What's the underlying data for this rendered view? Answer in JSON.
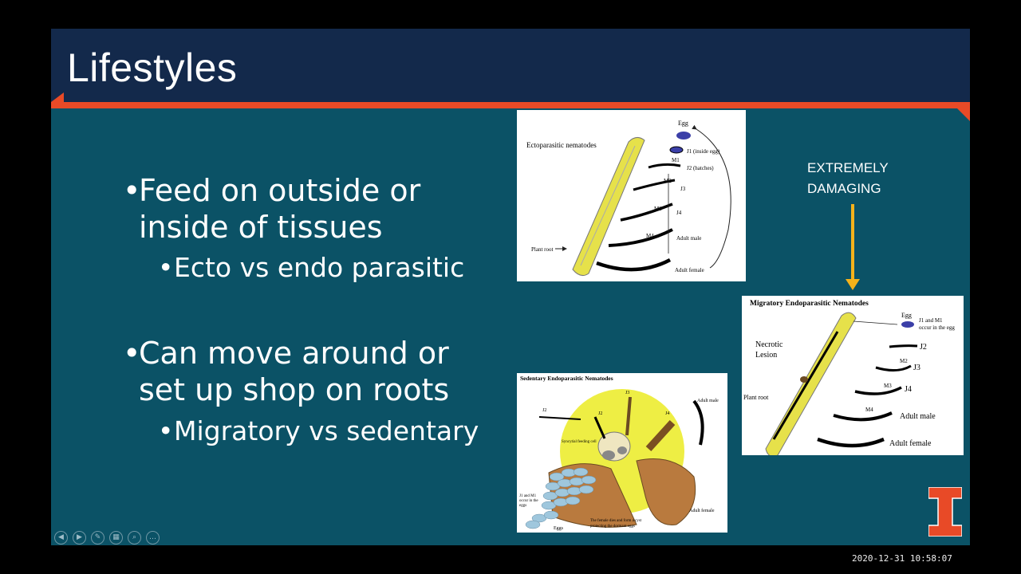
{
  "slide": {
    "title": "Lifestyles",
    "bullets": [
      {
        "text": "Feed on outside or inside of tissues",
        "sub": "Ecto vs endo parasitic"
      },
      {
        "text": "Can move around or set up shop on roots",
        "sub": "Migratory vs sedentary"
      }
    ],
    "annotation": {
      "line1": "EXTREMELY",
      "line2": "DAMAGING",
      "arrow_color": "#f5b21b"
    },
    "logo": {
      "letter": "I",
      "color": "#e84a27"
    },
    "colors": {
      "background": "#0b5266",
      "title_bar": "#13294b",
      "accent": "#e84a27"
    }
  },
  "diagrams": {
    "ecto": {
      "title": "Ectoparasitic nematodes",
      "egg": "Egg",
      "j1": "J1 (inside egg)",
      "m1": "M1",
      "j2": "J2 (hatches)",
      "m2": "M2",
      "j3": "J3",
      "m3": "M3",
      "j4": "J4",
      "m4": "M4",
      "adult_male": "Adult male",
      "adult_female": "Adult female",
      "plant_root": "Plant root"
    },
    "sedentary": {
      "title": "Sedentary Endoparasitic Nematodes",
      "j2a": "J2",
      "j2b": "J2",
      "j3": "J3",
      "j4": "J4",
      "adult_male": "Adult male",
      "syncytial": "Syncytial feeding cell",
      "j1m1_l1": "J1 and M1",
      "j1m1_l2": "occur in the",
      "j1m1_l3": "eggs",
      "eggs": "Eggs",
      "female_l1": "The female dies and  form a cyst",
      "female_l2": "protecting the dormant eggs",
      "adult_female": "Adult female"
    },
    "migratory": {
      "title": "Migratory Endoparasitic Nematodes",
      "egg": "Egg",
      "note_l1": "J1 and M1",
      "note_l2": "occur in the egg",
      "lesion_l1": "Necrotic",
      "lesion_l2": "Lesion",
      "j2": "J2",
      "m2": "M2",
      "j3": "J3",
      "m3": "M3",
      "j4": "J4",
      "m4": "M4",
      "adult_male": "Adult male",
      "adult_female": "Adult female",
      "plant_root": "Plant root"
    }
  },
  "toolbar": {
    "prev": "◀",
    "next": "▶",
    "pen": "✎",
    "view": "▦",
    "zoom": "⌕",
    "more": "…"
  },
  "timestamp": "2020-12-31  10:58:07"
}
